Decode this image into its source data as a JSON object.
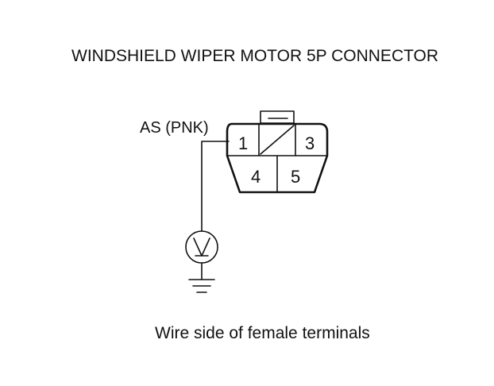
{
  "diagram": {
    "title": "WINDSHIELD WIPER MOTOR 5P CONNECTOR",
    "wire_label": "AS (PNK)",
    "caption": "Wire side of female terminals",
    "meter_symbol": "V",
    "connector": {
      "pins": [
        {
          "id": "pin-1",
          "label": "1"
        },
        {
          "id": "pin-3",
          "label": "3"
        },
        {
          "id": "pin-4",
          "label": "4"
        },
        {
          "id": "pin-5",
          "label": "5"
        }
      ],
      "blocked_cavity": "slash-marked cavity between pin 1 and pin 3"
    },
    "icons": {
      "voltmeter": "voltmeter-icon",
      "ground": "ground-icon"
    }
  }
}
